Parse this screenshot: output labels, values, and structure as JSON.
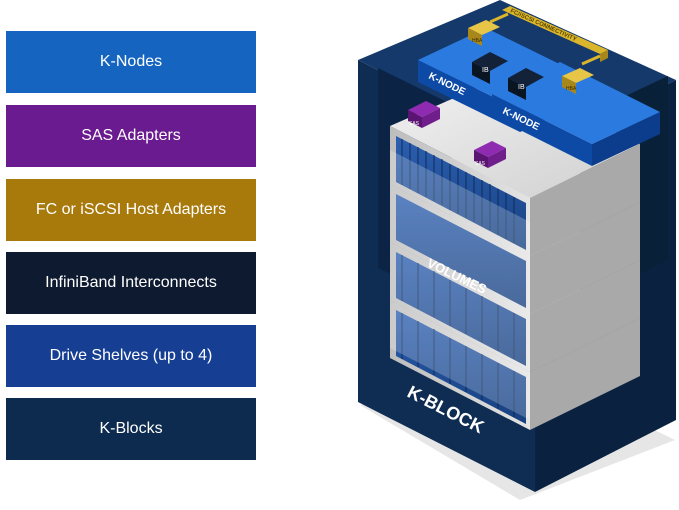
{
  "legend": {
    "items": [
      {
        "label": "K-Nodes",
        "color": "#1565c0"
      },
      {
        "label": "SAS Adapters",
        "color": "#6a1b8f"
      },
      {
        "label": "FC or iSCSI Host Adapters",
        "color": "#a87a0c"
      },
      {
        "label": "InfiniBand Interconnects",
        "color": "#0e1a30"
      },
      {
        "label": "Drive Shelves (up to 4)",
        "color": "#163f94"
      },
      {
        "label": "K-Blocks",
        "color": "#0d2b4e"
      }
    ]
  },
  "diagram": {
    "connectivity_label": "FC/iSCSI CONNECTIVITY",
    "hba_label": "HBA",
    "ib_label": "IB",
    "knode_label": "K-NODE",
    "sas_label": "SAS",
    "volumes_label": "VOLUMES",
    "kblock_label": "K-BLOCK"
  }
}
